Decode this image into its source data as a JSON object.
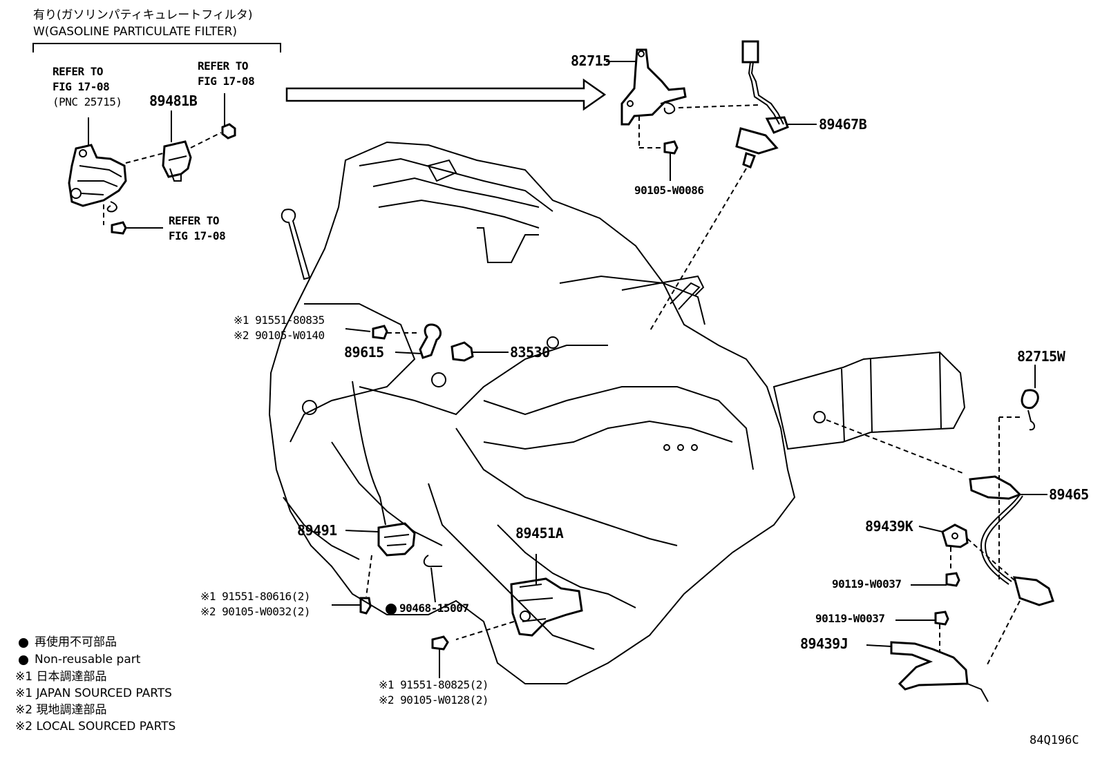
{
  "header": {
    "line1": "有り(ガソリンパティキュレートフィルタ)",
    "line2": "W(GASOLINE PARTICULATE FILTER)"
  },
  "refs": {
    "ref1": {
      "l1": "REFER TO",
      "l2": "FIG 17-08",
      "l3": "(PNC 25715)"
    },
    "ref2": {
      "l1": "REFER TO",
      "l2": "FIG 17-08"
    },
    "ref3": {
      "l1": "REFER TO",
      "l2": "FIG 17-08"
    }
  },
  "parts": {
    "p89481B": "89481B",
    "p82715": "82715",
    "p89467B": "89467B",
    "p90105_W0086": "90105-W0086",
    "p91551_80835": "※1 91551-80835",
    "p90105_W0140": "※2 90105-W0140",
    "p89615": "89615",
    "p83530": "83530",
    "p82715W": "82715W",
    "p89465": "89465",
    "p89439K": "89439K",
    "p90119_W0037a": "90119-W0037",
    "p90119_W0037b": "90119-W0037",
    "p89439J": "89439J",
    "p89491": "89491",
    "p89451A": "89451A",
    "p91551_80616": "※1 91551-80616(2)",
    "p90105_W0032": "※2 90105-W0032(2)",
    "p90468_15007": "90468-15007",
    "p91551_80825": "※1 91551-80825(2)",
    "p90105_W0128": "※2 90105-W0128(2)"
  },
  "legend": {
    "l1": "再使用不可部品",
    "l2": "Non-reusable part",
    "l3": "※1 日本調達部品",
    "l4": "※1 JAPAN SOURCED PARTS",
    "l5": "※2 現地調達部品",
    "l6": "※2 LOCAL SOURCED PARTS"
  },
  "illustration_code": "84Q196C"
}
